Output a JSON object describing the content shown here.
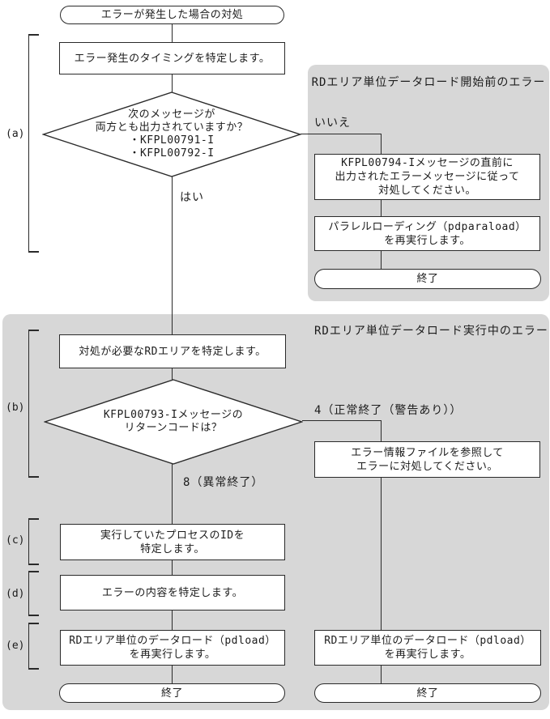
{
  "diagram": {
    "start": "エラーが発生した場合の対処",
    "labels": {
      "a": "(a)",
      "b": "(b)",
      "c": "(c)",
      "d": "(d)",
      "e": "(e)",
      "yes": "はい",
      "no": "いいえ",
      "rc4": "4（正常終了（警告あり））",
      "rc8": "8（異常終了）"
    },
    "main": {
      "step_timing": "エラー発生のタイミングを特定します。",
      "decision_messages": "次のメッセージが\n両方とも出力されていますか？\n・KFPL00791-I\n・KFPL00792-I"
    },
    "panel_before": {
      "title": "RDエリア単位データロード開始前のエラー",
      "step_kfpl00794": "KFPL00794-Iメッセージの直前に\n出力されたエラーメッセージに従って\n対処してください。",
      "step_pdparaload": "パラレルローディング（pdparaload）\nを再実行します。",
      "end": "終了"
    },
    "panel_during": {
      "title": "RDエリア単位データロード実行中のエラー",
      "step_rdarea": "対処が必要なRDエリアを特定します。",
      "decision_returncode": "KFPL00793-Iメッセージの\nリターンコードは？",
      "step_errorfile": "エラー情報ファイルを参照して\nエラーに対処してください。",
      "step_process_id": "実行していたプロセスのIDを\n特定します。",
      "step_error_content": "エラーの内容を特定します。",
      "step_pdload_left": "RDエリア単位のデータロード（pdload）\nを再実行します。",
      "step_pdload_right": "RDエリア単位のデータロード（pdload）\nを再実行します。",
      "end_left": "終了",
      "end_right": "終了"
    },
    "colors": {
      "panel_bg": "#d7d7d7",
      "line": "#2a2a2a",
      "box_bg": "#ffffff",
      "text": "#1c1c1c"
    }
  }
}
